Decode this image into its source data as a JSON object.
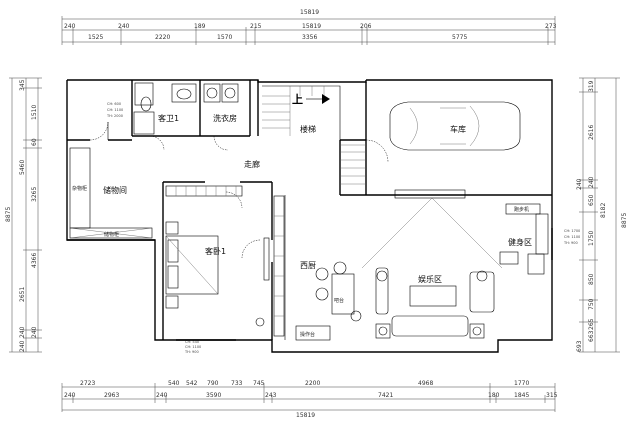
{
  "dimensions": {
    "top_total": "15819",
    "top_row1": [
      "240",
      "240",
      "189",
      "215",
      "15819",
      "206",
      "273"
    ],
    "top_row2": [
      "1525",
      "2220",
      "1570",
      "3356",
      "5775"
    ],
    "bottom_row1": [
      "2723",
      "540",
      "542",
      "790",
      "733",
      "745",
      "2200",
      "4968",
      "1770"
    ],
    "bottom_row2": [
      "240",
      "2963",
      "240",
      "3590",
      "243",
      "7421",
      "180",
      "1845",
      "315"
    ],
    "bottom_total": "15819",
    "left_outer": "8875",
    "left_inner": [
      "345",
      "1510",
      "60",
      "5460",
      "3265",
      "4366",
      "2651",
      "240",
      "240",
      "240"
    ],
    "right_outer": "8875",
    "right_inner": [
      "319",
      "2616",
      "240",
      "240",
      "650",
      "1750",
      "8182",
      "850",
      "750",
      "265",
      "663",
      "693"
    ]
  },
  "rooms": {
    "guest_bath": "客卫1",
    "laundry": "洗衣房",
    "stairs": "楼梯",
    "garage": "车库",
    "corridor": "走廊",
    "storage": "储物间",
    "storage_cabinet": "杂物柜",
    "storage_rack": "储物柜",
    "guest_bedroom": "客卧1",
    "western_kitchen": "西厨",
    "entertainment": "娱乐区",
    "gym": "健身区",
    "bar_counter": "吧台",
    "work_counter": "操作台",
    "treadmill": "跑步机"
  },
  "stairs_up_label": "上",
  "window_notes": {
    "bath": [
      "CH: 600",
      "CH: 1100",
      "TH: 2000"
    ],
    "bedroom": [
      "CH: 540",
      "CH: 1100",
      "TH: 900"
    ],
    "gym": [
      "CH: 1700",
      "CH: 1100",
      "TH: 900"
    ]
  }
}
